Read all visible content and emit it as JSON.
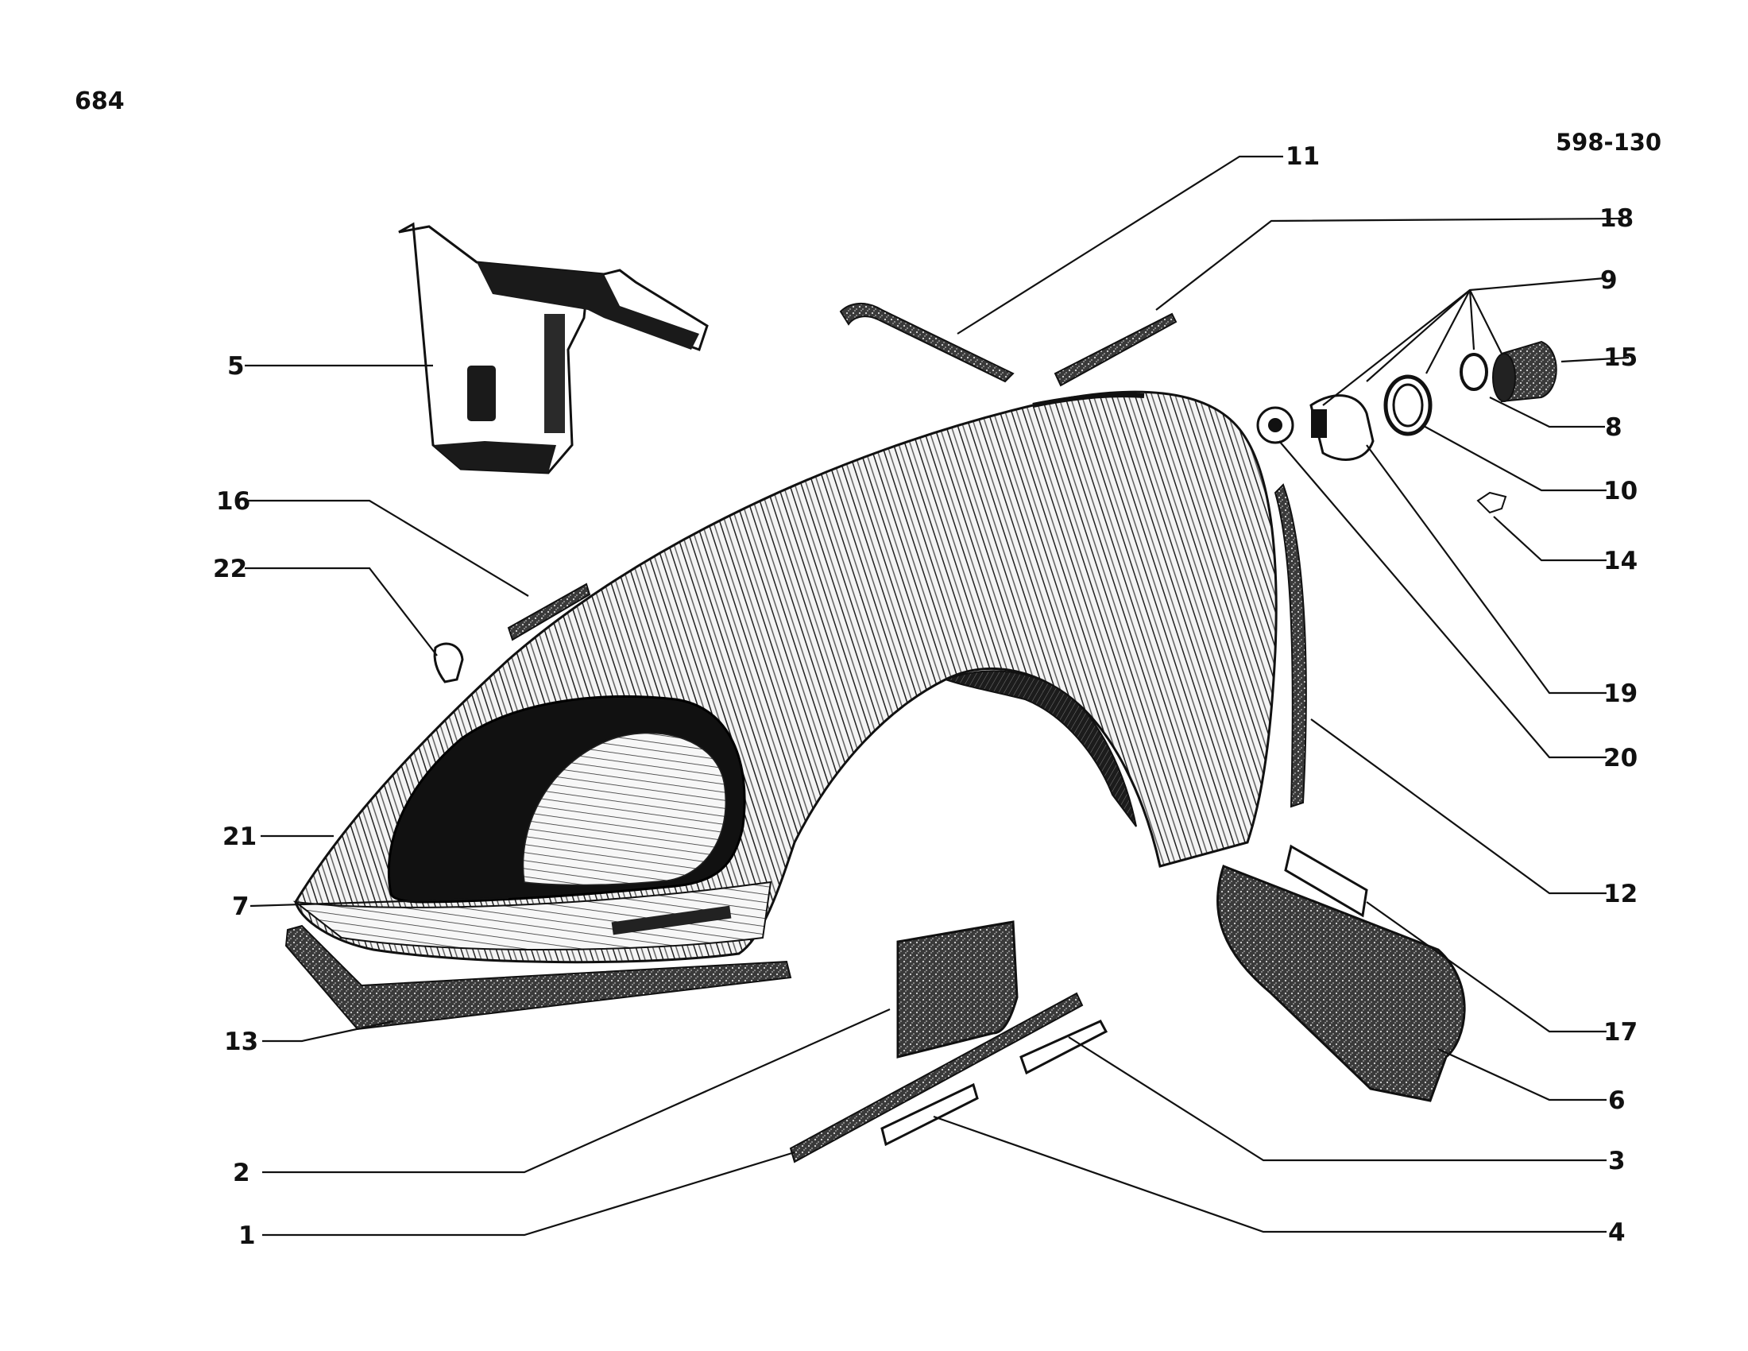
{
  "page_number": "684",
  "drawing_code": "598-130",
  "callouts": [
    {
      "id": "c11",
      "label": "11"
    },
    {
      "id": "c18",
      "label": "18"
    },
    {
      "id": "c9",
      "label": "9"
    },
    {
      "id": "c15",
      "label": "15"
    },
    {
      "id": "c8",
      "label": "8"
    },
    {
      "id": "c10",
      "label": "10"
    },
    {
      "id": "c14",
      "label": "14"
    },
    {
      "id": "c19",
      "label": "19"
    },
    {
      "id": "c20",
      "label": "20"
    },
    {
      "id": "c12",
      "label": "12"
    },
    {
      "id": "c17",
      "label": "17"
    },
    {
      "id": "c6",
      "label": "6"
    },
    {
      "id": "c3",
      "label": "3"
    },
    {
      "id": "c4",
      "label": "4"
    },
    {
      "id": "c5",
      "label": "5"
    },
    {
      "id": "c16",
      "label": "16"
    },
    {
      "id": "c22",
      "label": "22"
    },
    {
      "id": "c21",
      "label": "21"
    },
    {
      "id": "c7",
      "label": "7"
    },
    {
      "id": "c13",
      "label": "13"
    },
    {
      "id": "c2",
      "label": "2"
    },
    {
      "id": "c1",
      "label": "1"
    }
  ]
}
